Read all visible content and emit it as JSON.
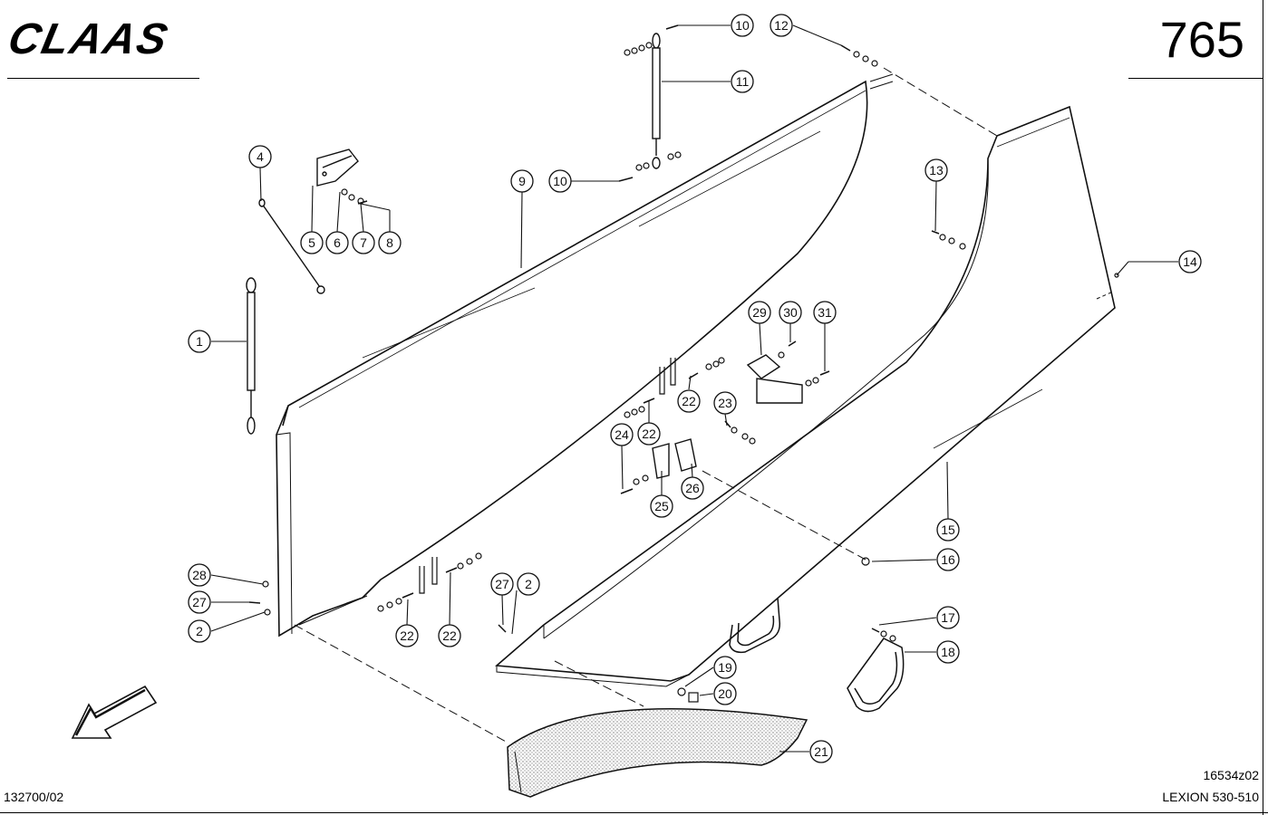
{
  "header": {
    "brand": "CLAAS",
    "page_number": "765"
  },
  "footer": {
    "document_number": "132700/02",
    "drawing_reference": "16534z02",
    "model": "LEXION 530-510"
  },
  "callouts": [
    {
      "label": "1"
    },
    {
      "label": "2"
    },
    {
      "label": "2"
    },
    {
      "label": "4"
    },
    {
      "label": "5"
    },
    {
      "label": "6"
    },
    {
      "label": "7"
    },
    {
      "label": "8"
    },
    {
      "label": "9"
    },
    {
      "label": "10"
    },
    {
      "label": "10"
    },
    {
      "label": "11"
    },
    {
      "label": "12"
    },
    {
      "label": "13"
    },
    {
      "label": "14"
    },
    {
      "label": "15"
    },
    {
      "label": "16"
    },
    {
      "label": "17"
    },
    {
      "label": "18"
    },
    {
      "label": "19"
    },
    {
      "label": "20"
    },
    {
      "label": "21"
    },
    {
      "label": "22"
    },
    {
      "label": "22"
    },
    {
      "label": "22"
    },
    {
      "label": "22"
    },
    {
      "label": "23"
    },
    {
      "label": "24"
    },
    {
      "label": "25"
    },
    {
      "label": "26"
    },
    {
      "label": "27"
    },
    {
      "label": "27"
    },
    {
      "label": "28"
    },
    {
      "label": "29"
    },
    {
      "label": "30"
    },
    {
      "label": "31"
    }
  ]
}
